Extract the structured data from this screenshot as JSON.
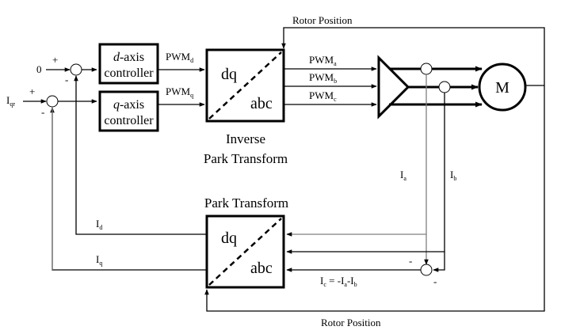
{
  "diagram": {
    "title": "FOC control loop with Park / Inverse Park transforms",
    "inputs": {
      "d_ref": "0",
      "q_ref_main": "I",
      "q_ref_sub": "qr"
    },
    "signs": {
      "plus": "+",
      "minus": "-"
    },
    "controllers": {
      "d": {
        "italic": "d",
        "rest": "-axis",
        "line2": "controller"
      },
      "q": {
        "italic": "q",
        "rest": "-axis",
        "line2": "controller"
      }
    },
    "signals": {
      "pwm_main": "PWM",
      "pwm_d_sub": "d",
      "pwm_q_sub": "q",
      "pwm_a_sub": "a",
      "pwm_b_sub": "b",
      "pwm_c_sub": "c",
      "i_main": "I",
      "i_a_sub": "a",
      "i_b_sub": "b",
      "i_d_sub": "d",
      "i_q_sub": "q",
      "ic_equation": {
        "p1": "I",
        "s1": "c",
        "p2": " = -I",
        "s2": "a",
        "p3": "-I",
        "s3": "b"
      }
    },
    "inverse_park": {
      "top_label": "dq",
      "bottom_label": "abc",
      "caption_line1": "Inverse",
      "caption_line2": "Park Transform"
    },
    "park": {
      "top_label": "dq",
      "bottom_label": "abc",
      "caption": "Park Transform"
    },
    "motor": {
      "label": "M"
    },
    "rotor_position_top": "Rotor Position",
    "rotor_position_bottom": "Rotor Position"
  }
}
